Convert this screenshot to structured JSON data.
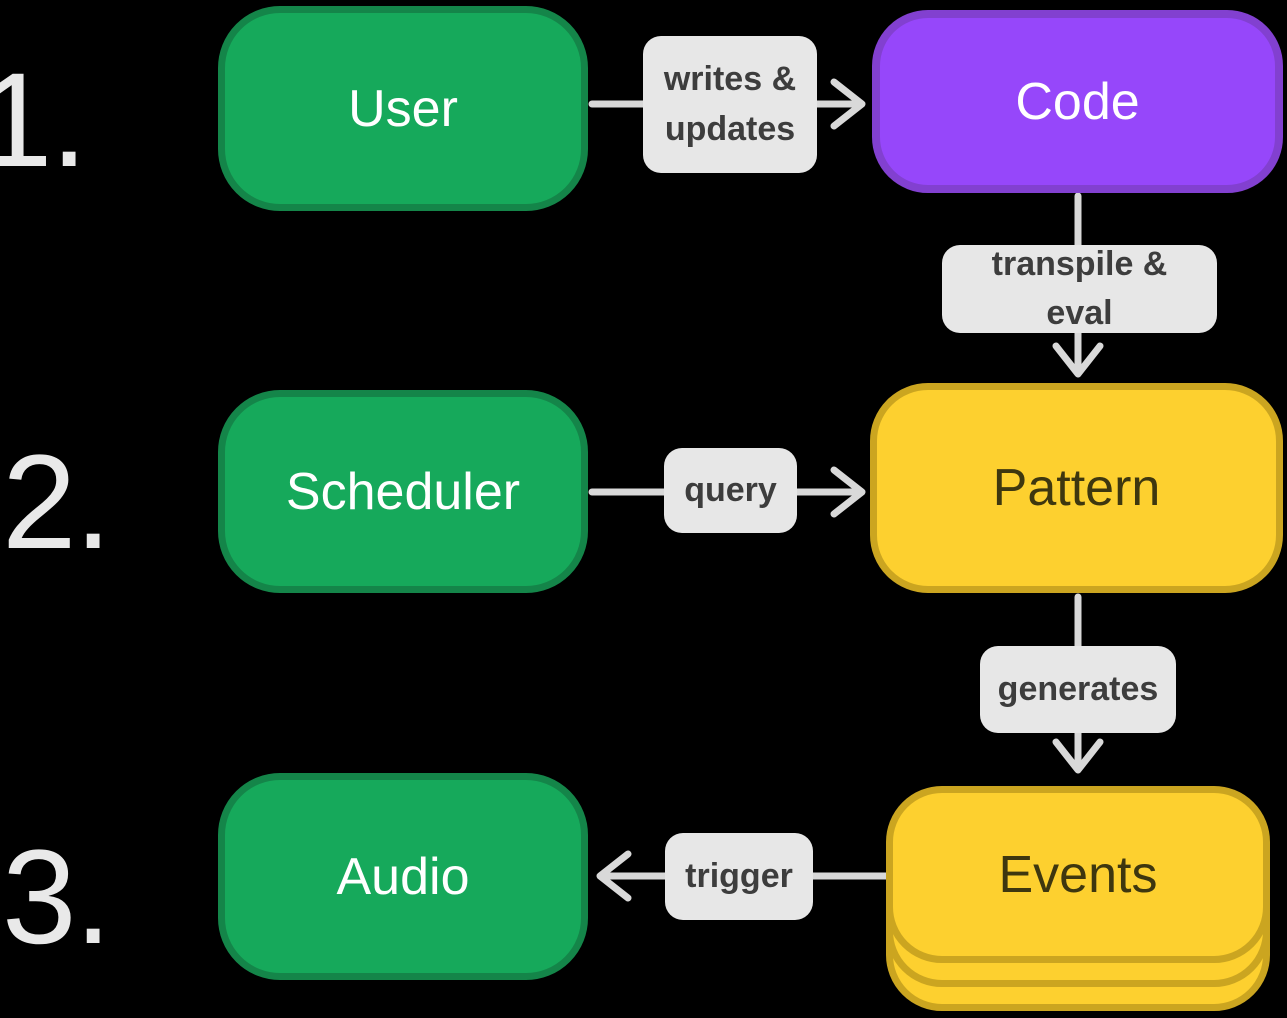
{
  "colors": {
    "background": "#000000",
    "green-fill": "#16a95b",
    "green-border": "#148549",
    "purple-fill": "#9647fa",
    "purple-border": "#8240d0",
    "yellow-fill": "#fdd02f",
    "yellow-border": "#cba520",
    "label-bg": "#e7e7e7",
    "label-text": "#3d3d3d",
    "arrow": "#d9d9d9",
    "step-number": "#e9e9e9",
    "node-text-light": "#ffffff",
    "node-text-dark": "#3e370f"
  },
  "steps": {
    "step1": "1.",
    "step2": "2.",
    "step3": "3."
  },
  "nodes": {
    "user": "User",
    "code": "Code",
    "scheduler": "Scheduler",
    "pattern": "Pattern",
    "audio": "Audio",
    "events": "Events"
  },
  "edges": {
    "writes_updates": "writes & updates",
    "transpile_eval": "transpile & eval",
    "query": "query",
    "generates": "generates",
    "trigger": "trigger"
  }
}
